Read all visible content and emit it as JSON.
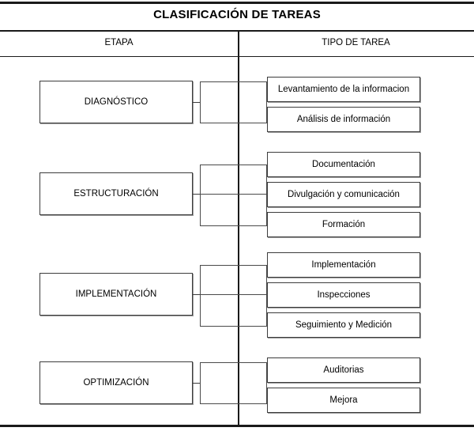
{
  "title": "CLASIFICACIÓN DE TAREAS",
  "headers": {
    "stage": "ETAPA",
    "task_type": "TIPO DE TAREA"
  },
  "colors": {
    "frame": "#1a1a1a",
    "box_border": "#3c3c3c",
    "box_shadow": "#9a9a9a",
    "connector": "#4a4a4a",
    "text": "#000000",
    "background": "#ffffff"
  },
  "rows": [
    {
      "stage": "DIAGNÓSTICO",
      "tasks": [
        "Levantamiento de la informacion",
        "Análisis de información"
      ]
    },
    {
      "stage": "ESTRUCTURACIÓN",
      "tasks": [
        "Documentación",
        "Divulgación y comunicación",
        "Formación"
      ]
    },
    {
      "stage": "IMPLEMENTACIÓN",
      "tasks": [
        "Implementación",
        "Inspecciones",
        "Seguimiento y Medición"
      ]
    },
    {
      "stage": "OPTIMIZACIÓN",
      "tasks": [
        "Auditorias",
        "Mejora"
      ]
    }
  ]
}
